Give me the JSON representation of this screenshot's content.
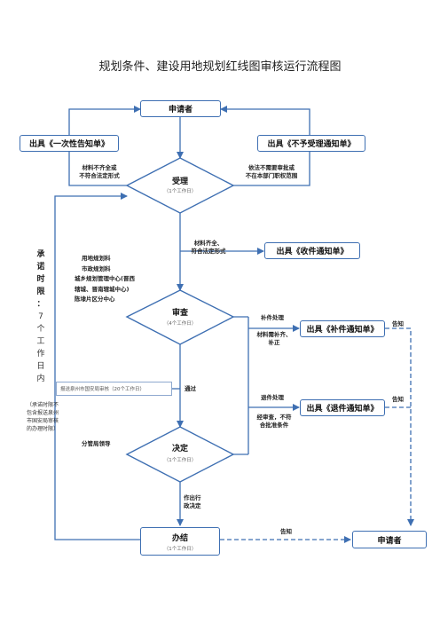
{
  "title": "规划条件、建设用地规划红线图审核运行流程图",
  "nodes": {
    "applicant_top": "申请者",
    "once_notice": "出具《一次性告知单》",
    "reject_notice": "出具《不予受理通知单》",
    "accept": {
      "title": "受理",
      "days": "（1个工作日）"
    },
    "receipt_notice": "出具《收件通知单》",
    "review": {
      "title": "审查",
      "days": "（4个工作日）"
    },
    "supplement_notice": "出具《补件通知单》",
    "return_notice": "出具《退件通知单》",
    "decide": {
      "title": "决定",
      "days": "（1个工作日）"
    },
    "finish": {
      "title": "办结",
      "days": "（1个工作日）"
    },
    "applicant_right": "申请者"
  },
  "labels": {
    "incomplete": [
      "材料不齐全或",
      "不符合法定形式"
    ],
    "no_approval": [
      "依法不需要审批或",
      "不在本部门职权范围"
    ],
    "complete": [
      "材料齐全、",
      "符合法定形式"
    ],
    "supplement_process": "补件处理",
    "supplement_reason": [
      "材料需补齐、",
      "补正"
    ],
    "notify1": "告知",
    "return_process": "退件处理",
    "return_reason": [
      "经审查，不符",
      "合批准条件"
    ],
    "notify2": "告知",
    "pass": "通过",
    "leader": "分管局领导",
    "execute": [
      "作出行",
      "政决定"
    ],
    "notify3": "告知"
  },
  "departments": [
    "用地规划科",
    "市政规划科",
    "城乡规划管理中心(晋西",
    "辖城、晋南辖城中心)",
    "陈埭片区分中心"
  ],
  "security_note": "报送泉州市国安局审核（20个工作日）",
  "promise": {
    "chars": [
      "承",
      "诺",
      "时",
      "限",
      "：",
      "7",
      "个",
      "工",
      "作",
      "日",
      "内"
    ],
    "note": "（承诺时限不包含报送泉州市国安局审核的办理时限）"
  }
}
